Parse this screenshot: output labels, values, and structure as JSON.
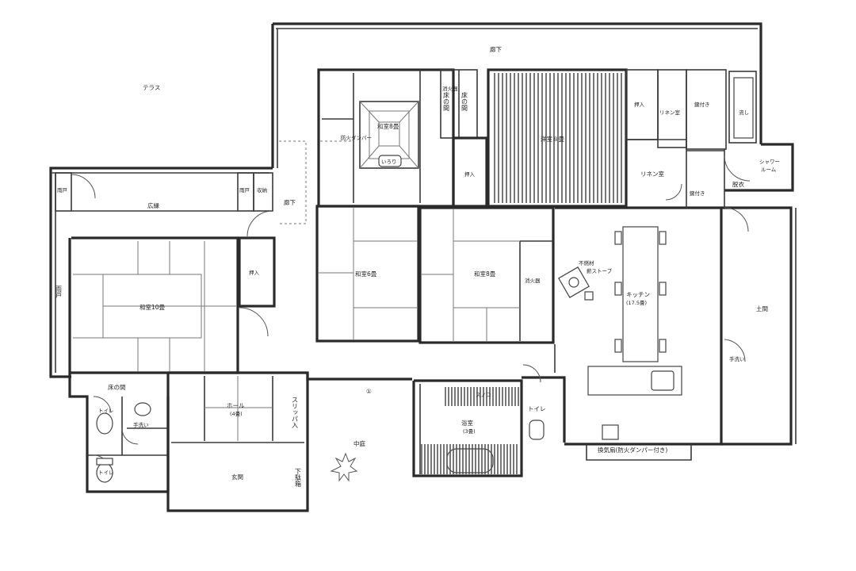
{
  "plan": {
    "rooms": {
      "terrace": "テラス",
      "corridor_top": "廊下",
      "corridor_mid": "廊下",
      "engawa": "広縁",
      "washitsu10": "和室10畳",
      "washitsu8_top": "和室8畳",
      "fire_damper_irori": "防火ダンパー",
      "irori": "いろり",
      "washitsu6": "和室6畳",
      "washitsu8_mid": "和室8畳",
      "youshitsu8": "洋室８畳",
      "kitchen": "キッチン",
      "kitchen_size": "(17.5畳)",
      "doma": "土間",
      "hall": "ホール",
      "hall_size": "(4畳)",
      "genkan": "玄関",
      "nakaniwa": "中庭",
      "bathroom": "浴室",
      "bathroom_size": "(3畳)",
      "datsui": "脱衣",
      "shower": "シャワー",
      "shower2": "ルーム",
      "toilet_left1": "トイレ",
      "toilet_left2": "トイレ",
      "toilet_bath": "トイレ",
      "tearai": "手洗い",
      "tokonoma_top1": "床の間",
      "tokonoma_top2": "床の間",
      "tokonoma_bottom": "床の間",
      "oshiire_top": "押入",
      "oshiire_mid": "押入",
      "oshiire_left": "押入",
      "linen1": "リネン室",
      "linen2": "リネン室",
      "lock1": "鍵付き",
      "lock2": "鍵付き",
      "sink": "流し",
      "kanka_top": "消火器",
      "kanka_mid": "消火器",
      "stove1": "不燃材",
      "stove2": "薪ストーブ",
      "suri1": "スリッパ入",
      "sunoko": "スノコ",
      "ventilation": "換気扇(防火ダンパー付き)",
      "tearai_doma": "手洗い",
      "amado_left1": "雨戸",
      "amado_left2": "雨戸",
      "amado_right": "雨戸",
      "closet_left": "収納",
      "geta": "下駄箱",
      "marker": "①"
    }
  }
}
